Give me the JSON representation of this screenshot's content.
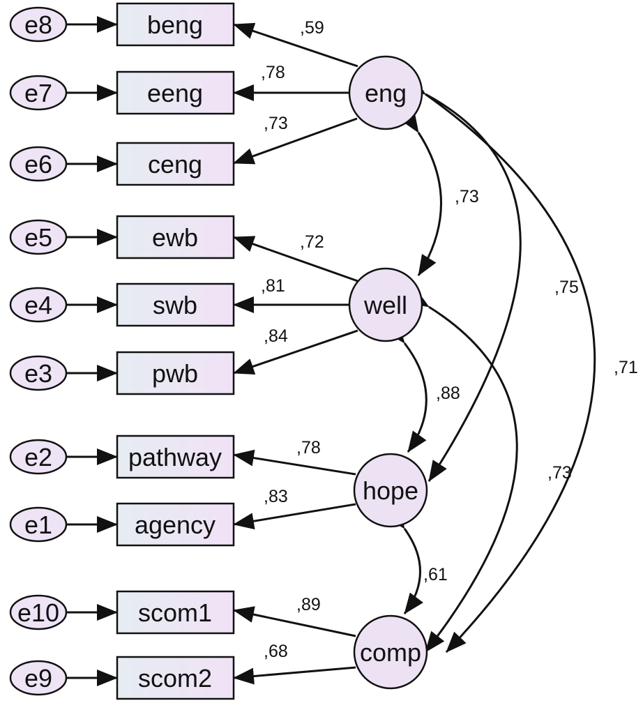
{
  "errors": [
    "e8",
    "e7",
    "e6",
    "e5",
    "e4",
    "e3",
    "e2",
    "e1",
    "e10",
    "e9"
  ],
  "indicators": [
    "beng",
    "eeng",
    "ceng",
    "ewb",
    "swb",
    "pwb",
    "pathway",
    "agency",
    "scom1",
    "scom2"
  ],
  "latents": [
    "eng",
    "well",
    "hope",
    "comp"
  ],
  "loadings": [
    ",59",
    ",78",
    ",73",
    ",72",
    ",81",
    ",84",
    ",78",
    ",83",
    ",89",
    ",68"
  ],
  "covariances": [
    {
      "from": "eng",
      "to": "well",
      "value": ",73"
    },
    {
      "from": "well",
      "to": "hope",
      "value": ",88"
    },
    {
      "from": "hope",
      "to": "comp",
      "value": ",61"
    },
    {
      "from": "eng",
      "to": "hope",
      "value": ",75"
    },
    {
      "from": "well",
      "to": "comp",
      "value": ",73"
    },
    {
      "from": "eng",
      "to": "comp",
      "value": ",71"
    }
  ],
  "colors": {
    "error_fill": "#eee4f6",
    "indicator_fill_left": "#e6ecf2",
    "indicator_fill_right": "#f1e2f6",
    "latent_fill": "#ede2f4",
    "stroke": "#111111"
  }
}
